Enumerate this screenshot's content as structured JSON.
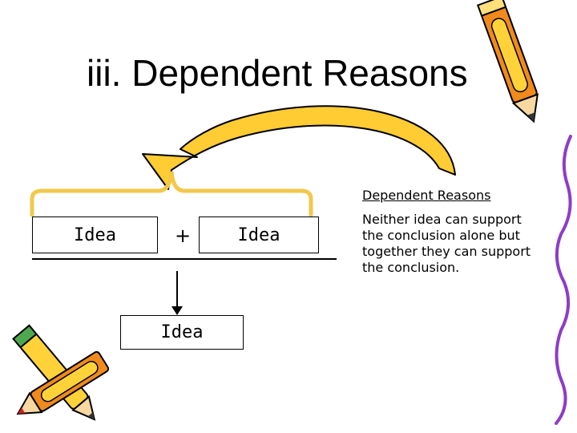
{
  "slide": {
    "title": "iii. Dependent Reasons"
  },
  "diagram": {
    "idea_left": "Idea",
    "plus": "+",
    "idea_right": "Idea",
    "idea_bottom": "Idea"
  },
  "explanation": {
    "heading": "Dependent Reasons",
    "body": "Neither idea can support the conclusion alone but together they can  support the conclusion."
  },
  "colors": {
    "arrow_fill": "#ffcc33",
    "bracket": "#f2c84b",
    "pencil_orange": "#f08a1c",
    "pencil_yellow": "#ffd23a"
  }
}
